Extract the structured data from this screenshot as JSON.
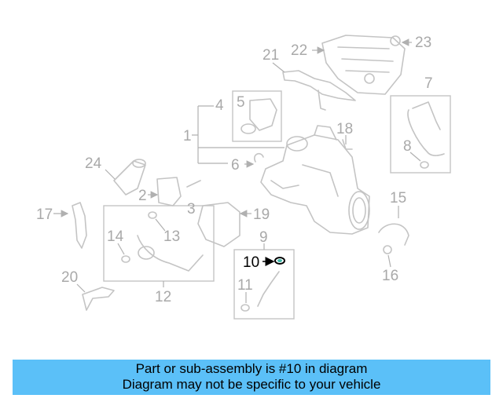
{
  "callouts": {
    "c1": "1",
    "c2": "2",
    "c3": "3",
    "c4": "4",
    "c5": "5",
    "c6": "6",
    "c7": "7",
    "c8": "8",
    "c9": "9",
    "c10": "10",
    "c11": "11",
    "c12": "12",
    "c13": "13",
    "c14": "14",
    "c15": "15",
    "c16": "16",
    "c17": "17",
    "c18": "18",
    "c19": "19",
    "c20": "20",
    "c21": "21",
    "c22": "22",
    "c23": "23",
    "c24": "24"
  },
  "highlight_color": "#3fb6a8",
  "banner": {
    "line1": "Part or sub-assembly is #10 in diagram",
    "line2": "Diagram may not be specific to your vehicle",
    "background": "#5bc0f8"
  }
}
